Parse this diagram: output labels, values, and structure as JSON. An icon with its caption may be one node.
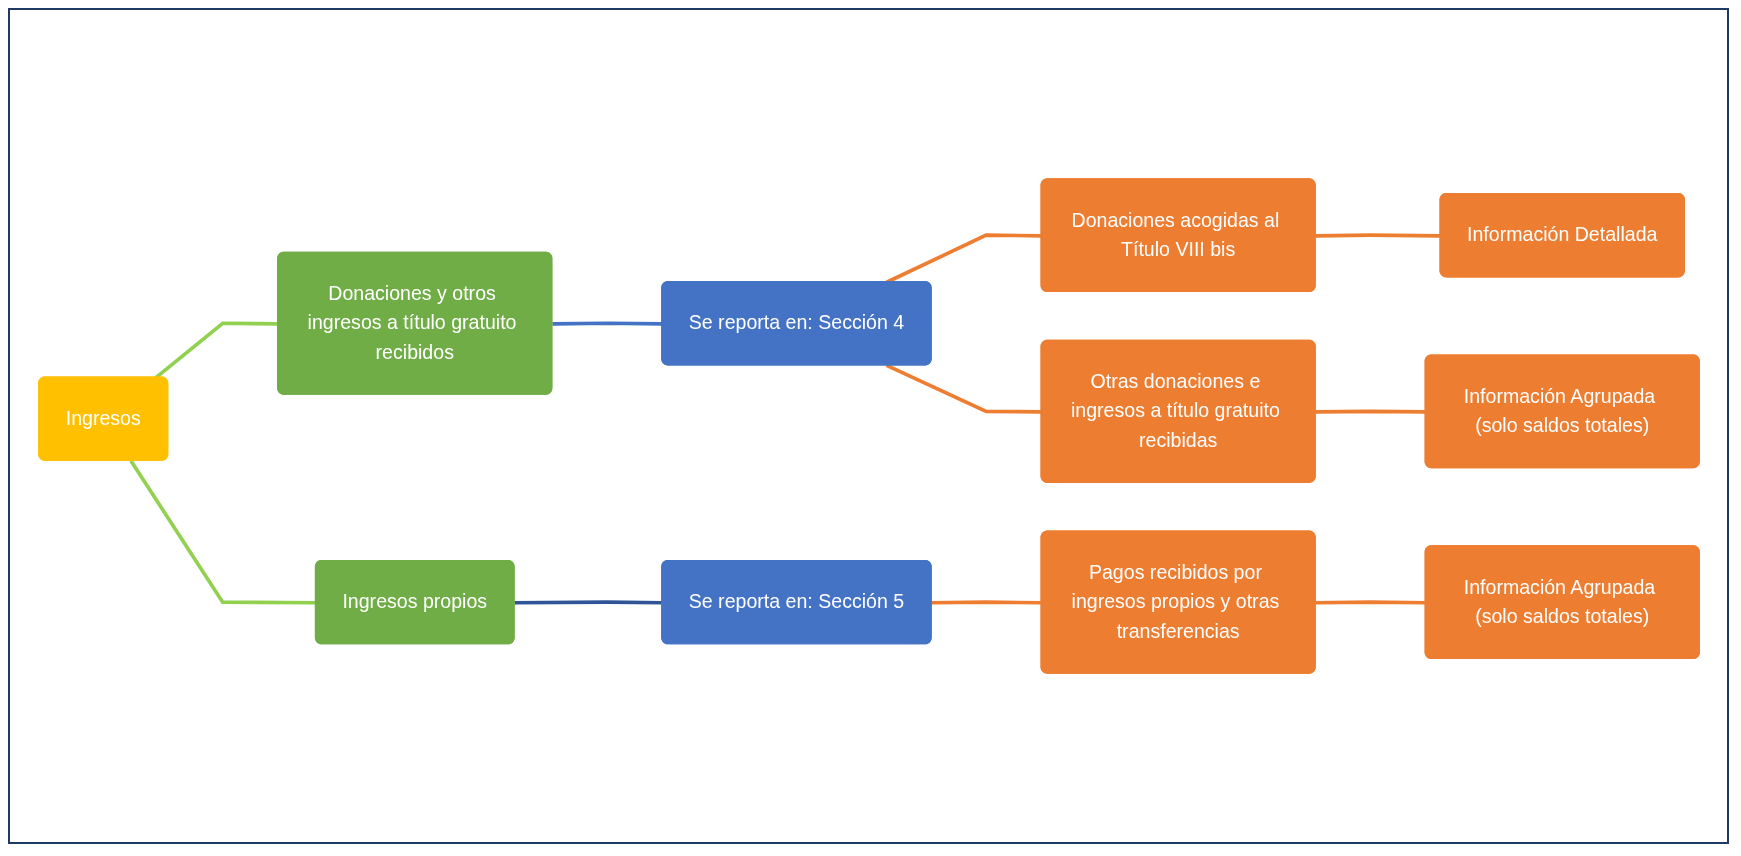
{
  "diagram": {
    "nodes": [
      {
        "text": [
          "Ingresos"
        ]
      },
      {
        "text": [
          "Donaciones y otros ingresos a título gratuito recibidos"
        ]
      },
      {
        "text": [
          "Ingresos propios"
        ]
      },
      {
        "text": [
          "Se reporta en: Sección 4"
        ]
      },
      {
        "text": [
          "Se reporta en: Sección 5"
        ]
      },
      {
        "text": [
          "Donaciones acogidas al Título VIII bis"
        ]
      },
      {
        "text": [
          "Otras donaciones e ingresos a título gratuito recibidas"
        ]
      },
      {
        "text": [
          "Información Detallada"
        ]
      },
      {
        "text": [
          "Información Agrupada (solo saldos totales)"
        ]
      },
      {
        "text": [
          "Pagos recibidos por ingresos propios y otras transferencias"
        ]
      },
      {
        "text": [
          "Información Agrupada (solo saldos totales)"
        ]
      }
    ],
    "edges": [
      {
        "from": 0,
        "to": 1,
        "arrow": "none",
        "color": "#92d050"
      },
      {
        "from": 0,
        "to": 2,
        "arrow": "none",
        "color": "#92d050"
      },
      {
        "from": 1,
        "to": 3,
        "arrow": "none",
        "color": "#4472c4"
      },
      {
        "from": 2,
        "to": 4,
        "arrow": "none",
        "color": "#2f5597"
      },
      {
        "from": 3,
        "to": 5,
        "arrow": "none"
      },
      {
        "from": 3,
        "to": 6,
        "arrow": "none"
      },
      {
        "from": 5,
        "to": 7,
        "arrow": "none"
      },
      {
        "from": 6,
        "to": 8,
        "arrow": "none"
      },
      {
        "from": 4,
        "to": 9,
        "arrow": "none"
      },
      {
        "from": 9,
        "to": 10,
        "arrow": "none"
      }
    ]
  }
}
